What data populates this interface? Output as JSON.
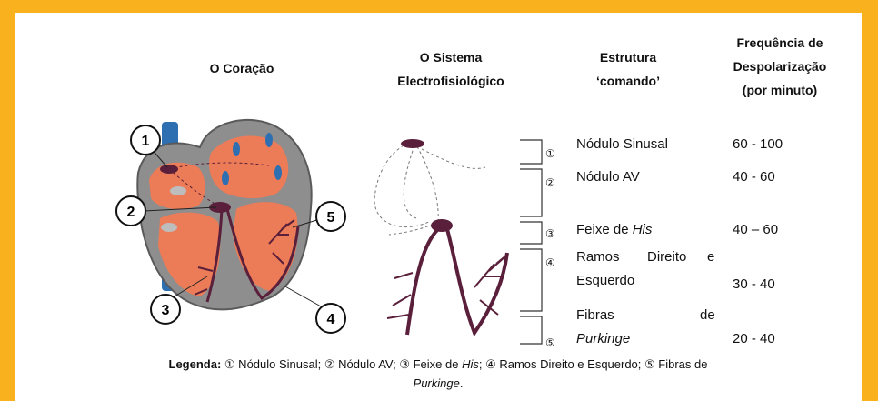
{
  "headers": {
    "heart": "O Coração",
    "system_line1": "O Sistema",
    "system_line2": "Electrofisiológico",
    "command_line1": "Estrutura",
    "command_line2": "‘comando’",
    "freq_line1": "Frequência de",
    "freq_line2": "Despolarização",
    "freq_line3": "(por minuto)"
  },
  "callouts": [
    "1",
    "2",
    "3",
    "4",
    "5"
  ],
  "markers": [
    "①",
    "②",
    "③",
    "④",
    "⑤"
  ],
  "rows": [
    {
      "structure": "Nódulo Sinusal",
      "freq": "60 - 100"
    },
    {
      "structure": "Nódulo AV",
      "freq": "40 - 60"
    },
    {
      "structure_prefix": "Feixe de ",
      "structure_italic": "His",
      "freq": "40 – 60"
    },
    {
      "structure_line1a": "Ramos",
      "structure_line1b": "Direito",
      "structure_line1c": "e",
      "structure_line2": "Esquerdo",
      "freq": "30 - 40"
    },
    {
      "structure_line1a": "Fibras",
      "structure_line1b": "de",
      "structure_line2_italic": "Purkinge",
      "freq": "20 - 40"
    }
  ],
  "legend": {
    "label": "Legenda:",
    "text_a": " ① Nódulo Sinusal; ② Nódulo AV; ③ Feixe de ",
    "his": "His",
    "text_b": "; ④ Ramos Direito e Esquerdo; ⑤ Fibras de",
    "purkinge": "Purkinge",
    "end": "."
  },
  "colors": {
    "frame": "#f9b11e",
    "heart_wall": "#8e8e8e",
    "chamber": "#ec7b57",
    "vessel": "#2d6fb0",
    "conduction": "#5a1f3a"
  }
}
